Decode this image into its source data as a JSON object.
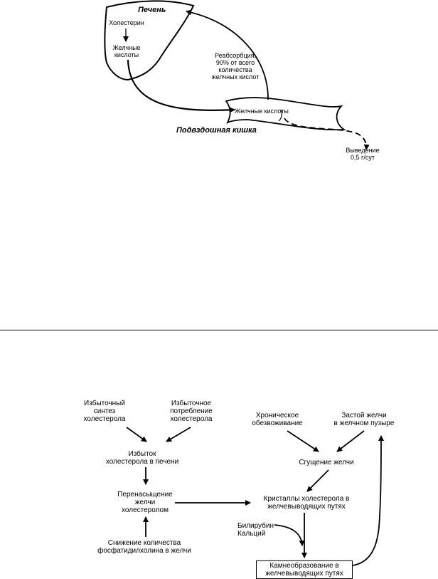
{
  "top": {
    "liver": "Печень",
    "cholesterol": "Холестерин",
    "bile_acids_liver": "Желчные\nкислоты",
    "reabsorption": "Реабсорбция,\n90% от всего\nколичества\nжелчных кислот",
    "bile_acids_intestine": "Желчные кислоты",
    "ileum": "Подвздошная кишка",
    "excretion": "Выведение\n0,5 г/сут"
  },
  "bottom": {
    "excess_synthesis": "Избыточный\nсинтез\nхолестерола",
    "excess_intake": "Избыточное\nпотребление\nхолестерола",
    "liver_excess": "Избыток\nхолестерола в печени",
    "supersaturation": "Перенасыщение\nжелчи\nхолестеролом",
    "phosphatidylcholine": "Снижение количества\nфосфатидилхолина в желчи",
    "dehydration": "Хроническое\nобезвоживание",
    "stasis": "Застой желчи\nв желчном пузыре",
    "thickening": "Сгущение желчи",
    "crystals": "Кристаллы холестерола в\nжелчевыводящих путях",
    "bilirubin": "Билирубин\nКальций",
    "stones": "Камнеобразование в\nжелчевыводящих путях"
  },
  "colors": {
    "ink": "#000000",
    "background": "#ffffff"
  }
}
